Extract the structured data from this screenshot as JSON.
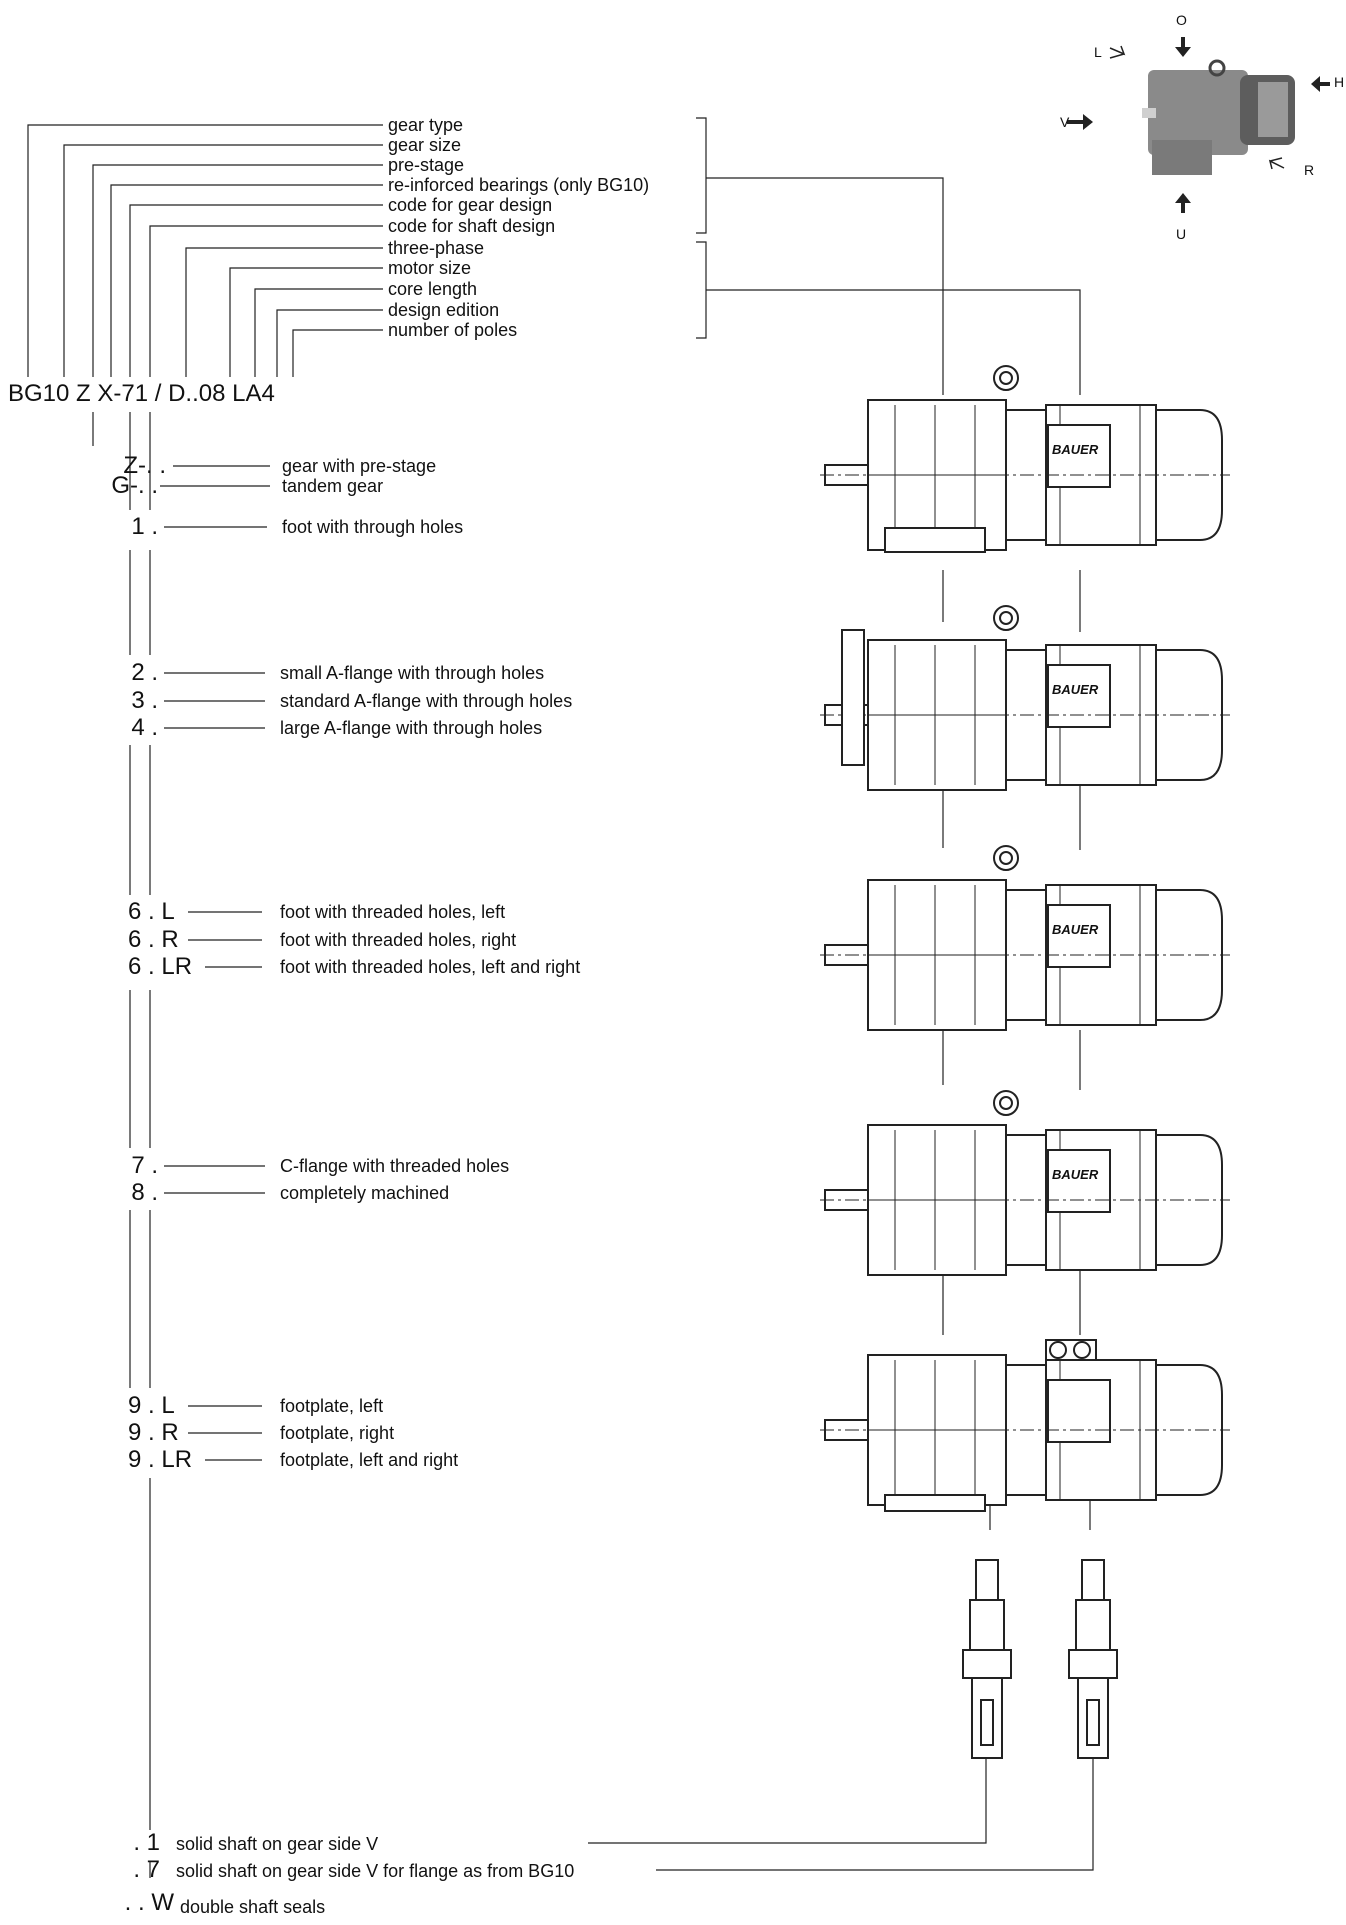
{
  "code_string": "BG10 Z X-71 / D..08 LA4",
  "gear_fields": [
    "gear type",
    "gear size",
    "pre-stage",
    "re-inforced bearings (only BG10)",
    "code for gear design",
    "code for shaft design"
  ],
  "motor_fields": [
    "three-phase",
    "motor size",
    "core length",
    "design edition",
    "number of poles"
  ],
  "prestage_options": [
    {
      "code": "Z-. .",
      "desc": "gear with pre-stage"
    },
    {
      "code": "G-. .",
      "desc": "tandem gear"
    }
  ],
  "gear_design_options": [
    {
      "code": "1 .",
      "desc": "foot with through holes"
    },
    {
      "code": "2 .",
      "desc": "small A-flange with through holes"
    },
    {
      "code": "3 .",
      "desc": "standard A-flange with through holes"
    },
    {
      "code": "4 .",
      "desc": "large A-flange with through holes"
    },
    {
      "code": "6 . L",
      "desc": "foot with threaded holes, left"
    },
    {
      "code": "6 . R",
      "desc": "foot with threaded holes, right"
    },
    {
      "code": "6 . LR",
      "desc": "foot with threaded holes, left and right"
    },
    {
      "code": "7 .",
      "desc": "C-flange with threaded holes"
    },
    {
      "code": "8 .",
      "desc": "completely machined"
    },
    {
      "code": "9 . L",
      "desc": "footplate, left"
    },
    {
      "code": "9 . R",
      "desc": "footplate, right"
    },
    {
      "code": "9 . LR",
      "desc": "footplate, left and right"
    }
  ],
  "shaft_options": [
    {
      "code": ". 1",
      "desc": "solid shaft on gear side V"
    },
    {
      "code": ". 7",
      "desc": "solid shaft on gear side V for flange as from BG10"
    },
    {
      "code": ". . W",
      "desc": "double shaft seals"
    }
  ],
  "orientation": {
    "top": "O",
    "bottom": "U",
    "front": "V",
    "back": "H",
    "left": "L",
    "right": "R"
  },
  "brand_plate": "BAUER",
  "colors": {
    "line": "#222222",
    "drawing_fill": "#ffffff",
    "photo_body": "#8a8a8a"
  }
}
